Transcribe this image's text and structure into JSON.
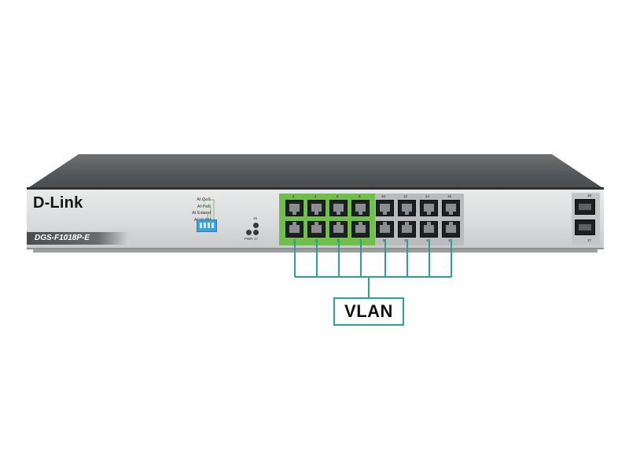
{
  "device": {
    "brand": "D-Link",
    "model": "DGS-F1018P-E",
    "dip_labels": [
      "AI QoS",
      "AI PoE",
      "AI Extend",
      "AI VLAN"
    ],
    "led_labels": {
      "top": "16",
      "pwr": "PWR",
      "bottom": "17"
    },
    "port_numbers_top": [
      "2",
      "4",
      "6",
      "8",
      "10",
      "12",
      "14",
      "16"
    ],
    "port_numbers_bottom": [
      "1",
      "3",
      "5",
      "7",
      "9",
      "11",
      "13",
      "15"
    ],
    "sfp_labels": {
      "top": "18",
      "bottom": "17"
    }
  },
  "callout": {
    "label": "VLAN"
  },
  "colors": {
    "vlan_highlight": "#6fbf4a",
    "connector": "#2aa198",
    "body": "#d9dadb"
  }
}
